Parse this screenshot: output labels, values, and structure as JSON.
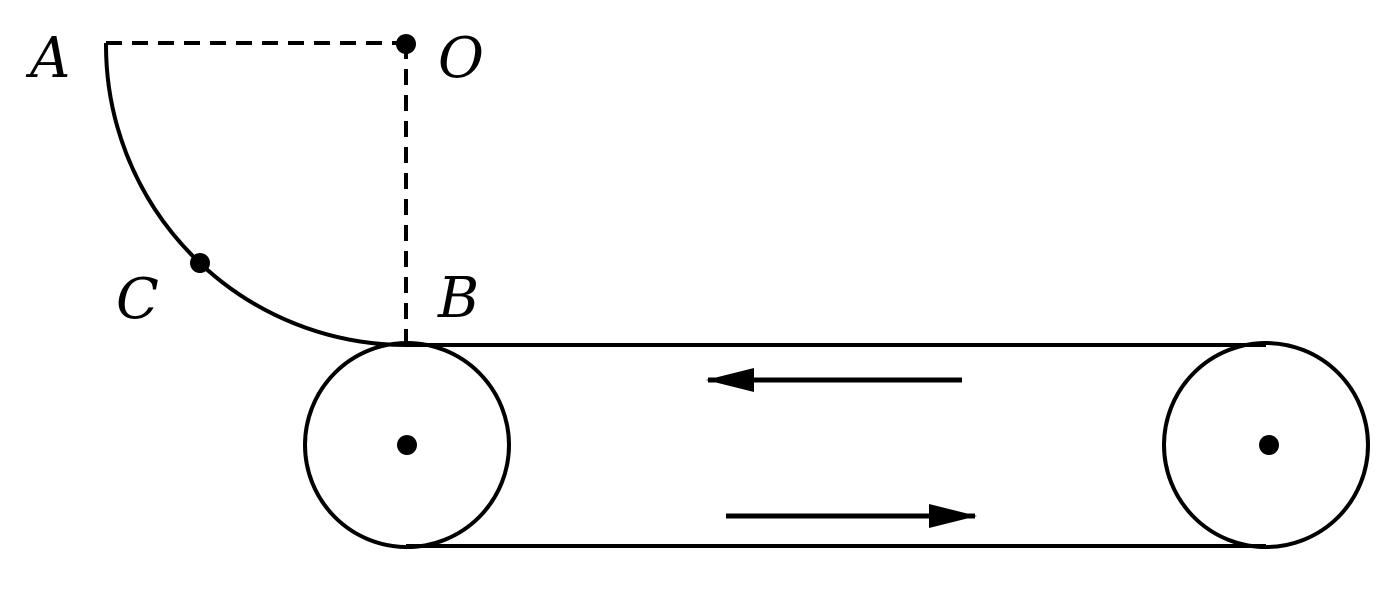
{
  "diagram": {
    "points": {
      "A": "A",
      "O": "O",
      "B": "B",
      "C": "C"
    },
    "belt": {
      "top_direction": "left",
      "bottom_direction": "right"
    },
    "colors": {
      "stroke": "#000000",
      "background": "#ffffff"
    }
  }
}
